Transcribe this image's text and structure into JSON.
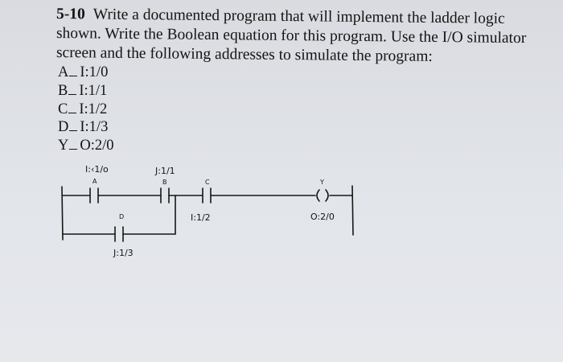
{
  "problem": {
    "number": "5-10",
    "lines": [
      "Write a documented program that will implement the ladder logic",
      "shown. Write the Boolean equation for this program. Use the I/O simulator",
      "screen and the following addresses to simulate the program:"
    ]
  },
  "addresses": [
    {
      "name": "A",
      "address": "I:1/0"
    },
    {
      "name": "B",
      "address": "I:1/1"
    },
    {
      "name": "C",
      "address": "I:1/2"
    },
    {
      "name": "D",
      "address": "I:1/3"
    },
    {
      "name": "Y",
      "address": "O:2/0"
    }
  ],
  "ladder": {
    "contact_a": {
      "label": "A",
      "address": "I:‹1/o"
    },
    "contact_b": {
      "label": "B",
      "address": "J:1/1"
    },
    "contact_c": {
      "label": "C",
      "address": "I:1/2"
    },
    "contact_d": {
      "label": "D",
      "address": "J:1/3"
    },
    "coil_y": {
      "label": "Y",
      "address": "O:2/0"
    }
  }
}
